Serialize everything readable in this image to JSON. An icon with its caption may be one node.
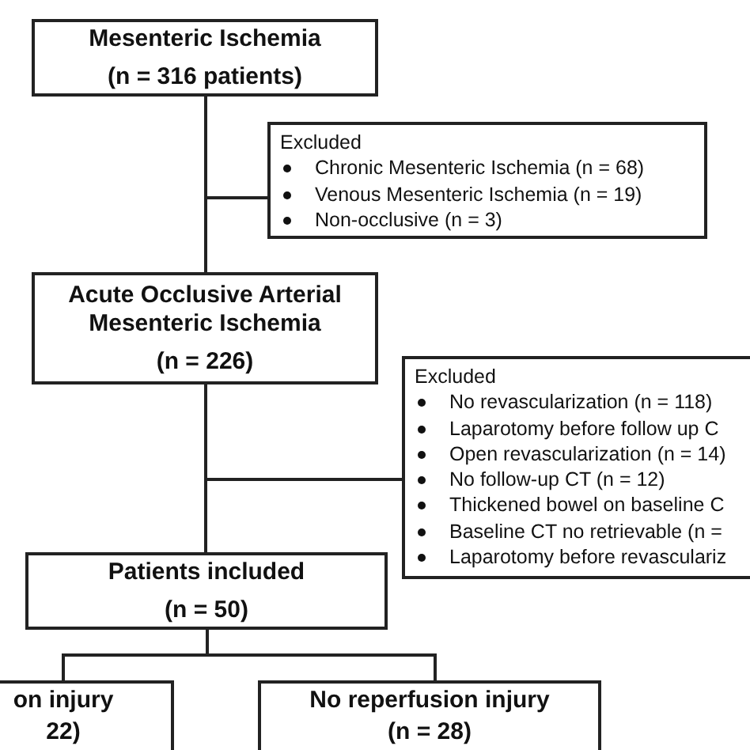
{
  "diagram": {
    "nodes": [
      {
        "text": [
          "Mesenteric Ischemia",
          "(n = 316 patients)"
        ]
      },
      {
        "text": [
          "Excluded",
          "Chronic Mesenteric Ischemia (n = 68)",
          "Venous Mesenteric Ischemia (n = 19)",
          "Non-occlusive (n = 3)"
        ]
      },
      {
        "text": [
          "Acute Occlusive Arterial Mesenteric Ischemia",
          "(n = 226)"
        ]
      },
      {
        "text": [
          "Excluded",
          "No revascularization (n = 118)",
          "Laparotomy before follow up C",
          "Open revascularization (n = 14)",
          "No follow-up CT (n = 12)",
          "Thickened bowel on baseline C",
          "Baseline CT no retrievable (n =",
          "Laparotomy before revasculariz"
        ]
      },
      {
        "text": [
          "Patients included",
          "(n = 50)"
        ]
      },
      {
        "text": [
          "on injury",
          "22)"
        ]
      },
      {
        "text": [
          "No reperfusion injury",
          "(n = 28)"
        ]
      }
    ],
    "edges": [
      {
        "from": 0,
        "to": 2,
        "arrow": "none"
      },
      {
        "from": 0,
        "to": 1,
        "arrow": "none"
      },
      {
        "from": 2,
        "to": 4,
        "arrow": "none"
      },
      {
        "from": 2,
        "to": 3,
        "arrow": "none"
      },
      {
        "from": 4,
        "to": 5,
        "arrow": "none"
      },
      {
        "from": 4,
        "to": 6,
        "arrow": "none"
      }
    ]
  }
}
